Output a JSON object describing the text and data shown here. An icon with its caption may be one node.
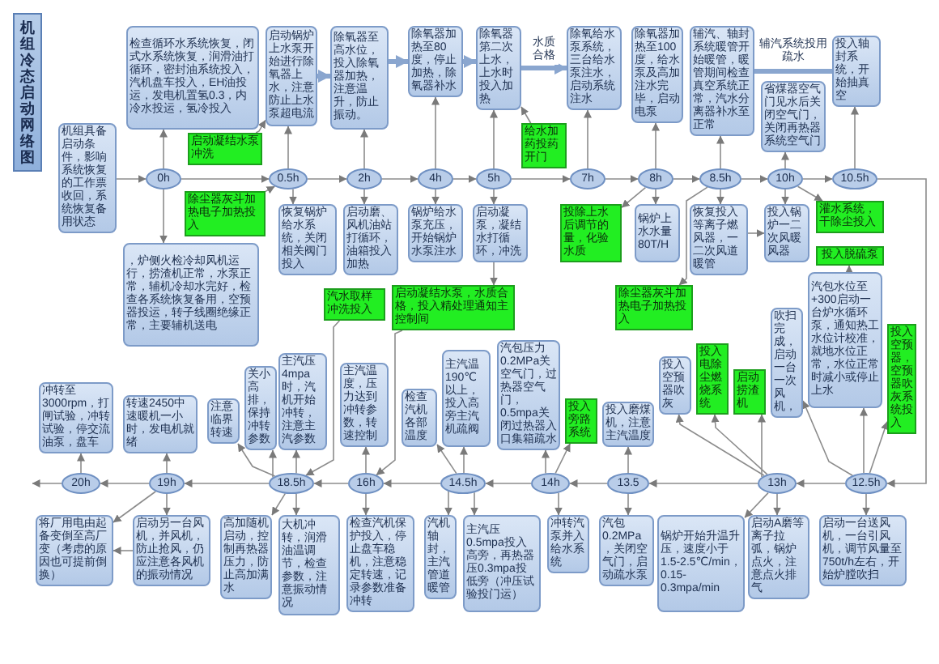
{
  "diagram": {
    "title": "机组冷态启动网络图",
    "nodes": [
      {
        "text": [
          "机组具备启动条件，影响系统恢复的工作票收回，系统恢复备用状态"
        ]
      },
      {
        "text": [
          "检查循环水系统恢复，闭式水系统恢复，润滑油打循环，密封油系统投入，汽机盘车投入，EH油投运，发电机置氢0.3，内冷水投运，氢冷投入"
        ]
      },
      {
        "text": [
          "0h"
        ]
      },
      {
        "text": [
          "，炉侧火检冷却风机运行，捞渣机正常，水泵正常，辅机冷却水完好，检查各系统恢复备用，空预器投运，转子线圈绝缘正常，主要辅机送电"
        ]
      },
      {
        "text": [
          "启动凝结水泵冲洗"
        ]
      },
      {
        "text": [
          "除尘器灰斗加热电子加热投入"
        ]
      },
      {
        "text": [
          "启动锅炉上水泵开始进行除氧器上水，注意防止上水泵超电流"
        ]
      },
      {
        "text": [
          "0.5h"
        ]
      },
      {
        "text": [
          "恢复锅炉给水系统，关闭相关阀门投入"
        ]
      },
      {
        "text": [
          "除氧器至高水位，投入除氧器加热，注意温升，防止振动。"
        ]
      },
      {
        "text": [
          "2h"
        ]
      },
      {
        "text": [
          "启动磨、风机油站打循环，油箱投入加热"
        ]
      },
      {
        "text": [
          "汽水取样冲洗投入"
        ]
      },
      {
        "text": [
          "除氧器加热至80度，停止加热，除氧器补水"
        ]
      },
      {
        "text": [
          "4h"
        ]
      },
      {
        "text": [
          "锅炉给水泵充压，开始锅炉水泵注水"
        ]
      },
      {
        "text": [
          "除氧器第二次上水，上水时投入加热"
        ]
      },
      {
        "text": [
          "5h"
        ]
      },
      {
        "text": [
          "启动凝泵，凝结水打循环，冲洗"
        ]
      },
      {
        "text": [
          "给水加药投药开门"
        ]
      },
      {
        "text": [
          "启动凝结水泵，水质合格，投入精处理通知主控制间"
        ]
      },
      {
        "text": [
          "除氧给水泵系统，三台给水泵注水，启动系统注水"
        ]
      },
      {
        "text": [
          "7h"
        ]
      },
      {
        "text": [
          "除氧器加热至100度，给水泵及高加注水完毕，启动电泵"
        ]
      },
      {
        "text": [
          "8h"
        ]
      },
      {
        "text": [
          "锅炉上水水量80T/H"
        ]
      },
      {
        "text": [
          "投除上水后调节的量，化验水质"
        ]
      },
      {
        "text": [
          "辅汽、轴封系统暖管开始暖管，暖管期间检查真空系统正常，汽水分离器补水至正常"
        ]
      },
      {
        "text": [
          "8.5h"
        ]
      },
      {
        "text": [
          "恢复投入等离子燃风器，一二次风道暖管"
        ]
      },
      {
        "text": [
          "除尘器灰斗加热电子加热投入"
        ]
      },
      {
        "text": [
          "省煤器空气门见水后关闭空气门，关闭再热器系统空气门"
        ]
      },
      {
        "text": [
          "10h"
        ]
      },
      {
        "text": [
          "投入锅炉一二次风暖风器"
        ]
      },
      {
        "text": [
          "灌水系统，干除尘投入"
        ]
      },
      {
        "text": [
          "投入脱硫泵"
        ]
      },
      {
        "text": [
          "投入轴封系统，开始抽真空"
        ]
      },
      {
        "text": [
          "10.5h"
        ]
      },
      {
        "text": [
          "汽包水位至+300启动一台炉水循环泵，通知热工水位计校准，就地水位正常，水位正常时减小或停止上水"
        ]
      },
      {
        "text": [
          "投入空预器，空预器吹灰系统投入"
        ]
      },
      {
        "text": [
          "吹扫完成，启动一台一次风机，"
        ]
      },
      {
        "text": [
          "12.5h"
        ]
      },
      {
        "text": [
          "启动一台送风机，一台引风机，调节风量至750t/h左右，开始炉膛吹扫"
        ]
      },
      {
        "text": [
          "投入空预器吹灰"
        ]
      },
      {
        "text": [
          "投入电除尘燃烧系统"
        ]
      },
      {
        "text": [
          "启动捞渣机"
        ]
      },
      {
        "text": [
          "13h"
        ]
      },
      {
        "text": [
          "锅炉开始升温升压，速度小于1.5-2.5℃/min，0.15-0.3mpa/min"
        ]
      },
      {
        "text": [
          "启动A磨等离子拉弧，锅炉点火，注意点火排气"
        ]
      },
      {
        "text": [
          "投入磨煤机，注意主汽温度"
        ]
      },
      {
        "text": [
          "13.5"
        ]
      },
      {
        "text": [
          "汽包0.2MPa，关闭空气门，启动疏水泵"
        ]
      },
      {
        "text": [
          "汽包压力0.2MPa关空气门，过热器空气门，0.5mpa关闭过热器入口集箱疏水"
        ]
      },
      {
        "text": [
          "投入旁路系统"
        ]
      },
      {
        "text": [
          "14h"
        ]
      },
      {
        "text": [
          "冲转汽泵并入给水系统"
        ]
      },
      {
        "text": [
          "检查汽机各部温度"
        ]
      },
      {
        "text": [
          "主汽温190℃以上，投入高旁主汽机疏阀"
        ]
      },
      {
        "text": [
          "14.5h"
        ]
      },
      {
        "text": [
          "汽机轴封，主汽管道暖管"
        ]
      },
      {
        "text": [
          "主汽压0.5mpa投入高旁，再热器压0.3mpa投低旁（冲压试验投门运）"
        ]
      },
      {
        "text": [
          "主汽温度，压力达到冲转参数，转速控制"
        ]
      },
      {
        "text": [
          "16h"
        ]
      },
      {
        "text": [
          "检查汽机保护投入，停止盘车稳机，注意稳定转速，记录参数准备冲转"
        ]
      },
      {
        "text": [
          "注意临界转速"
        ]
      },
      {
        "text": [
          "关小高排，保持冲转参数"
        ]
      },
      {
        "text": [
          "主汽压4mpa时，汽机开始冲转，注意主汽参数"
        ]
      },
      {
        "text": [
          "18.5h"
        ]
      },
      {
        "text": [
          "高加随机启动，控制再热器压力，防止高加满水"
        ]
      },
      {
        "text": [
          "大机冲转，润滑油温调节，检查参数，注意振动情况"
        ]
      },
      {
        "text": [
          "转速2450中速暖机一小时，发电机就绪"
        ]
      },
      {
        "text": [
          "19h"
        ]
      },
      {
        "text": [
          "启动另一台风机，并风机，防止抢风，仍应注意各风机的振动情况"
        ]
      },
      {
        "text": [
          "冲转至3000rpm，打闸试验，冲转试验，停交流油泵，盘车"
        ]
      },
      {
        "text": [
          "20h"
        ]
      },
      {
        "text": [
          "将厂用电由起备变倒至高厂变（考虑的原因也可提前倒换）"
        ]
      }
    ],
    "edges": [
      {
        "from": 0,
        "to": 2,
        "arrow": "to"
      },
      {
        "from": 2,
        "to": 1,
        "arrow": "to"
      },
      {
        "from": 2,
        "to": 3,
        "arrow": "to"
      },
      {
        "from": 2,
        "to": 7,
        "arrow": "to"
      },
      {
        "from": 4,
        "to": 6,
        "arrow": "to"
      },
      {
        "from": 5,
        "to": 7,
        "arrow": "to"
      },
      {
        "from": 7,
        "to": 6,
        "arrow": "to"
      },
      {
        "from": 7,
        "to": 8,
        "arrow": "to"
      },
      {
        "from": 7,
        "to": 10,
        "arrow": "to"
      },
      {
        "from": 6,
        "to": 9,
        "arrow": "to",
        "style": "thick"
      },
      {
        "from": 10,
        "to": 9,
        "arrow": "to"
      },
      {
        "from": 10,
        "to": 11,
        "arrow": "to"
      },
      {
        "from": 10,
        "to": 14,
        "arrow": "to"
      },
      {
        "from": 9,
        "to": 13,
        "arrow": "to",
        "style": "thick"
      },
      {
        "from": 14,
        "to": 13,
        "arrow": "to"
      },
      {
        "from": 14,
        "to": 15,
        "arrow": "to"
      },
      {
        "from": 14,
        "to": 17,
        "arrow": "to"
      },
      {
        "from": 13,
        "to": 16,
        "arrow": "to",
        "style": "thick"
      },
      {
        "from": 17,
        "to": 16,
        "arrow": "to"
      },
      {
        "from": 17,
        "to": 18,
        "arrow": "to"
      },
      {
        "from": 17,
        "to": 22,
        "arrow": "to"
      },
      {
        "from": 16,
        "to": 21,
        "arrow": "to",
        "label": "水质合格",
        "style": "thick"
      },
      {
        "from": 19,
        "to": 16,
        "arrow": "to"
      },
      {
        "from": 18,
        "to": 20,
        "arrow": "to"
      },
      {
        "from": 12,
        "to": 67,
        "arrow": "to"
      },
      {
        "from": 20,
        "to": 62,
        "arrow": "to"
      },
      {
        "from": 22,
        "to": 21,
        "arrow": "to"
      },
      {
        "from": 22,
        "to": 24,
        "arrow": "to"
      },
      {
        "from": 24,
        "to": 23,
        "arrow": "to"
      },
      {
        "from": 24,
        "to": 25,
        "arrow": "to"
      },
      {
        "from": 24,
        "to": 26,
        "arrow": "to"
      },
      {
        "from": 24,
        "to": 28,
        "arrow": "to"
      },
      {
        "from": 28,
        "to": 27,
        "arrow": "to"
      },
      {
        "from": 28,
        "to": 29,
        "arrow": "to"
      },
      {
        "from": 28,
        "to": 30,
        "arrow": "to"
      },
      {
        "from": 28,
        "to": 32,
        "arrow": "to"
      },
      {
        "from": 27,
        "to": 36,
        "arrow": "none",
        "label": "辅汽系统投用疏水",
        "style": "thick"
      },
      {
        "from": 29,
        "to": 33,
        "arrow": "to"
      },
      {
        "from": 32,
        "to": 31,
        "arrow": "to"
      },
      {
        "from": 32,
        "to": 33,
        "arrow": "to"
      },
      {
        "from": 32,
        "to": 34,
        "arrow": "to"
      },
      {
        "from": 32,
        "to": 37,
        "arrow": "to"
      },
      {
        "from": 37,
        "to": 36,
        "arrow": "to"
      },
      {
        "from": 38,
        "to": 35,
        "arrow": "to"
      },
      {
        "from": 37,
        "to": 41,
        "arrow": "to"
      },
      {
        "from": 41,
        "to": 38,
        "arrow": "to"
      },
      {
        "from": 41,
        "to": 39,
        "arrow": "to"
      },
      {
        "from": 41,
        "to": 40,
        "arrow": "to"
      },
      {
        "from": 41,
        "to": 42,
        "arrow": "to"
      },
      {
        "from": 41,
        "to": 46,
        "arrow": "to"
      },
      {
        "from": 46,
        "to": 43,
        "arrow": "to"
      },
      {
        "from": 46,
        "to": 44,
        "arrow": "to"
      },
      {
        "from": 46,
        "to": 45,
        "arrow": "to"
      },
      {
        "from": 46,
        "to": 47,
        "arrow": "to"
      },
      {
        "from": 46,
        "to": 48,
        "arrow": "to"
      },
      {
        "from": 46,
        "to": 50,
        "arrow": "to"
      },
      {
        "from": 50,
        "to": 49,
        "arrow": "to"
      },
      {
        "from": 50,
        "to": 51,
        "arrow": "to"
      },
      {
        "from": 50,
        "to": 54,
        "arrow": "to"
      },
      {
        "from": 54,
        "to": 52,
        "arrow": "to"
      },
      {
        "from": 54,
        "to": 53,
        "arrow": "to"
      },
      {
        "from": 54,
        "to": 55,
        "arrow": "to"
      },
      {
        "from": 54,
        "to": 58,
        "arrow": "to"
      },
      {
        "from": 58,
        "to": 56,
        "arrow": "to"
      },
      {
        "from": 58,
        "to": 57,
        "arrow": "to"
      },
      {
        "from": 58,
        "to": 59,
        "arrow": "to"
      },
      {
        "from": 58,
        "to": 60,
        "arrow": "to"
      },
      {
        "from": 58,
        "to": 62,
        "arrow": "to"
      },
      {
        "from": 62,
        "to": 61,
        "arrow": "to"
      },
      {
        "from": 62,
        "to": 63,
        "arrow": "to"
      },
      {
        "from": 62,
        "to": 67,
        "arrow": "to"
      },
      {
        "from": 67,
        "to": 64,
        "arrow": "to"
      },
      {
        "from": 67,
        "to": 65,
        "arrow": "to"
      },
      {
        "from": 67,
        "to": 66,
        "arrow": "to"
      },
      {
        "from": 67,
        "to": 68,
        "arrow": "to"
      },
      {
        "from": 67,
        "to": 69,
        "arrow": "to"
      },
      {
        "from": 67,
        "to": 71,
        "arrow": "to"
      },
      {
        "from": 71,
        "to": 70,
        "arrow": "to"
      },
      {
        "from": 71,
        "to": 72,
        "arrow": "to"
      },
      {
        "from": 71,
        "to": 74,
        "arrow": "to"
      },
      {
        "from": 71,
        "to": 75,
        "arrow": "to"
      },
      {
        "from": 72,
        "to": 75,
        "arrow": "to"
      },
      {
        "from": 74,
        "to": 73,
        "arrow": "to"
      },
      {
        "from": 74,
        "to": null,
        "arrow": "to"
      }
    ]
  }
}
